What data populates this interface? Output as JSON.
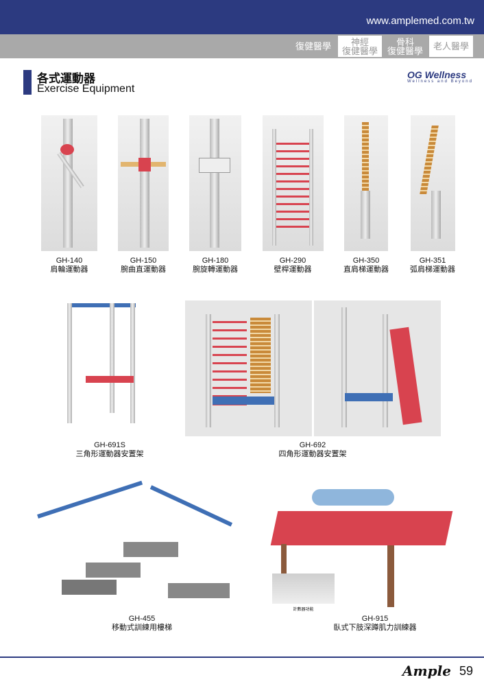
{
  "header": {
    "url": "www.amplemed.com.tw"
  },
  "nav": {
    "tabs": [
      {
        "label": "復健醫學"
      },
      {
        "label": "神經復健醫學",
        "line1": "神經",
        "line2": "復健醫學"
      },
      {
        "label": "骨科復健醫學",
        "line1": "骨科",
        "line2": "復健醫學"
      },
      {
        "label": "老人醫學"
      }
    ]
  },
  "section": {
    "title_zh": "各式運動器",
    "title_en": "Exercise Equipment"
  },
  "brand": {
    "logo": "OG Wellness",
    "tagline": "Wellness and Beyond"
  },
  "products": [
    {
      "code": "GH-140",
      "name": "肩輪運動器"
    },
    {
      "code": "GH-150",
      "name": "腕曲直運動器"
    },
    {
      "code": "GH-180",
      "name": "腕旋轉運動器"
    },
    {
      "code": "GH-290",
      "name": "壁桿運動器"
    },
    {
      "code": "GH-350",
      "name": "直肩梯運動器"
    },
    {
      "code": "GH-351",
      "name": "弧肩梯運動器"
    },
    {
      "code": "GH-691S",
      "name": "三角形運動器安置架"
    },
    {
      "code": "GH-692",
      "name": "四角形運動器安置架"
    },
    {
      "code": "GH-455",
      "name": "移動式訓練用樓梯"
    },
    {
      "code": "GH-915",
      "name": "臥式下肢深蹲肌力訓練器",
      "inset_caption": "計數器功能"
    }
  ],
  "footer": {
    "brand": "Ample",
    "page": "59"
  }
}
